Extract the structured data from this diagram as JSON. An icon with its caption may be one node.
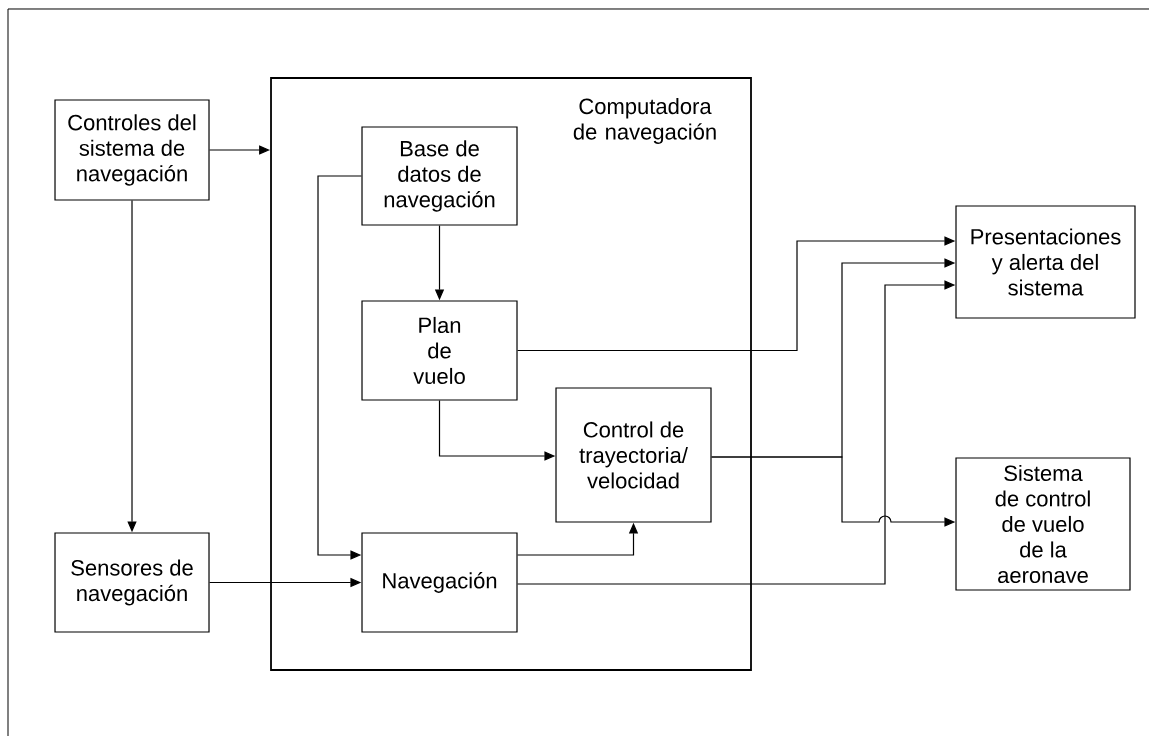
{
  "diagram": {
    "nodes": [
      {
        "text": [
          "Controles del sistema de navegación"
        ]
      },
      {
        "text": [
          "Computadora de navegación"
        ]
      },
      {
        "text": [
          "Base de datos de navegación"
        ],
        "in": 1
      },
      {
        "text": [
          "Plan de vuelo"
        ],
        "in": 1
      },
      {
        "text": [
          "Control de trayectoria/ velocidad"
        ],
        "in": 1
      },
      {
        "text": [
          "Sensores de navegación"
        ]
      },
      {
        "text": [
          "Navegación"
        ],
        "in": 1
      },
      {
        "text": [
          "Presentaciones y alerta del sistema"
        ]
      },
      {
        "text": [
          "Sistema de control de vuelo de la aeronave"
        ]
      }
    ],
    "edges": [
      {
        "from": 0,
        "to": 1,
        "arrow": "to"
      },
      {
        "from": 0,
        "to": 5,
        "arrow": "to"
      },
      {
        "from": 5,
        "to": 6,
        "arrow": "to"
      },
      {
        "from": 2,
        "to": 3,
        "arrow": "to"
      },
      {
        "from": 2,
        "to": 6,
        "arrow": "to"
      },
      {
        "from": 3,
        "to": 4,
        "arrow": "to"
      },
      {
        "from": 6,
        "to": 4,
        "arrow": "to"
      },
      {
        "from": 3,
        "to": 7,
        "arrow": "to"
      },
      {
        "from": 4,
        "to": 7,
        "arrow": "to"
      },
      {
        "from": 4,
        "to": 8,
        "arrow": "to"
      },
      {
        "from": 6,
        "to": 7,
        "arrow": "to"
      }
    ]
  }
}
